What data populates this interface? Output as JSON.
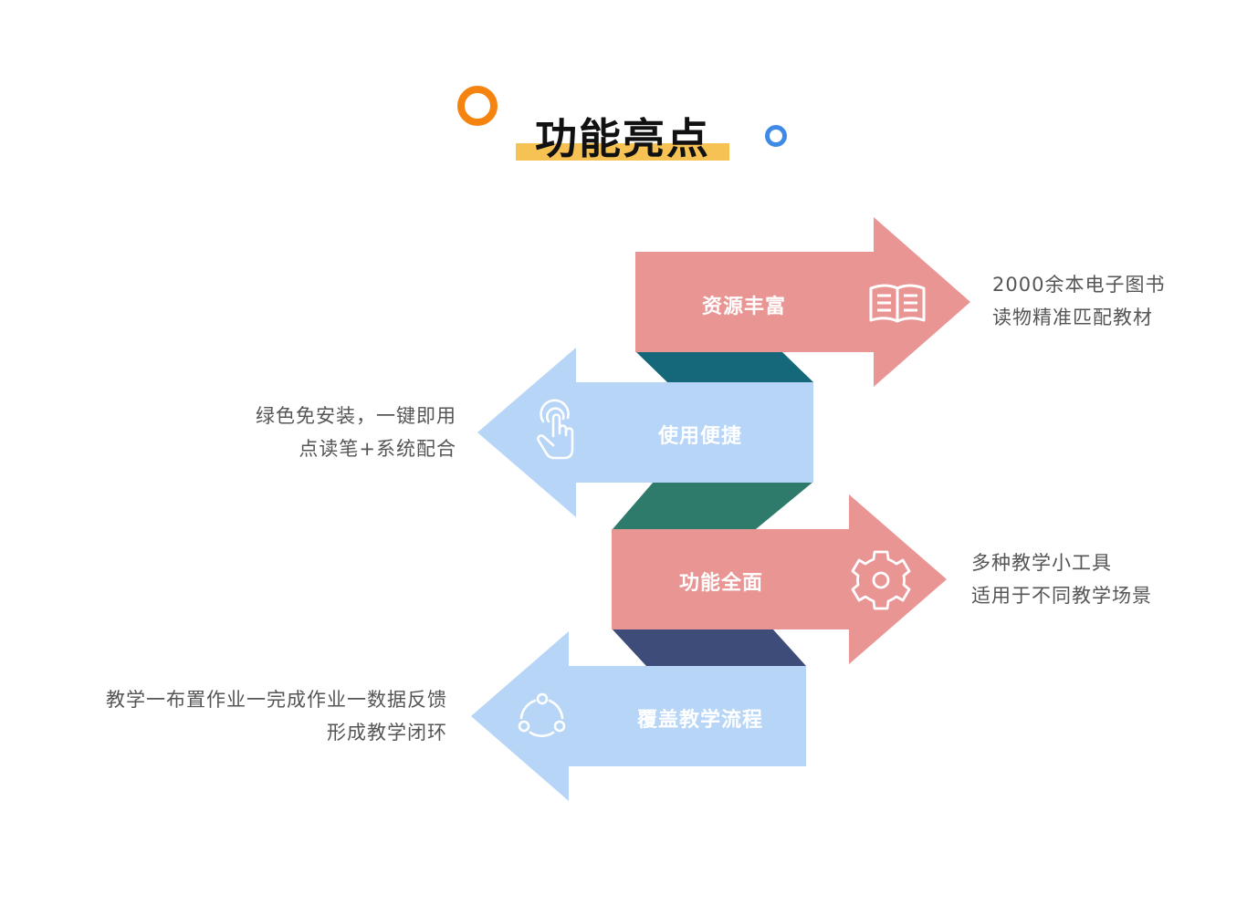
{
  "title": "功能亮点",
  "colors": {
    "pink": "#e99594",
    "light_blue": "#b6d5f7",
    "teal": "#14687a",
    "green": "#2e7b6c",
    "navy": "#3e4c79",
    "title_bar": "#f6c253",
    "orange_ring": "#f5830f",
    "blue_ring": "#3f8ae6"
  },
  "features": [
    {
      "label": "资源丰富",
      "icon": "open-book-icon",
      "desc_line1": "2000余本电子图书",
      "desc_line2": "读物精准匹配教材"
    },
    {
      "label": "使用便捷",
      "icon": "hand-tap-icon",
      "desc_line1": "绿色免安装，一键即用",
      "desc_line2": "点读笔+系统配合"
    },
    {
      "label": "功能全面",
      "icon": "gear-icon",
      "desc_line1": "多种教学小工具",
      "desc_line2": "适用于不同教学场景"
    },
    {
      "label": "覆盖教学流程",
      "icon": "share-cycle-icon",
      "desc_line1": "教学一布置作业一完成作业一数据反馈",
      "desc_line2": "形成教学闭环"
    }
  ]
}
